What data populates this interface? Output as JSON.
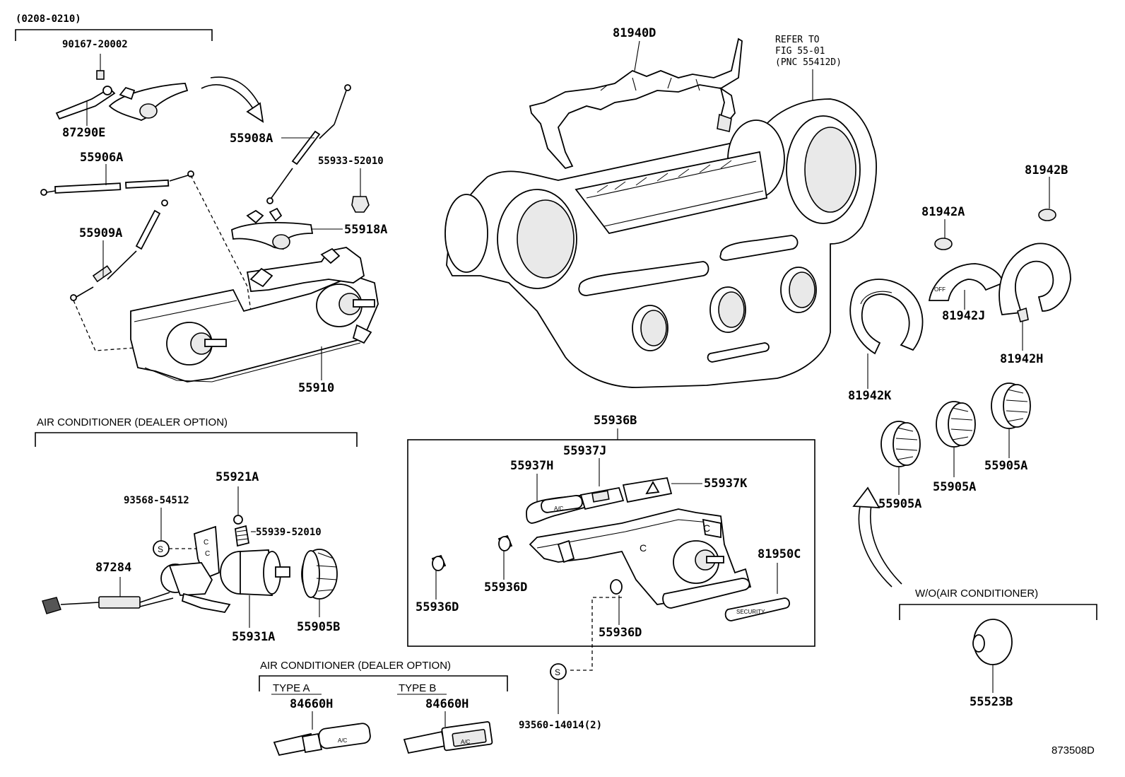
{
  "diagram": {
    "figure_code": "873508D",
    "groups": {
      "date_range": "(0208-0210)",
      "ac_dealer_option_1": "AIR CONDITIONER (DEALER OPTION)",
      "ac_dealer_option_2": "AIR CONDITIONER (DEALER OPTION)",
      "type_a": "TYPE A",
      "type_b": "TYPE B",
      "wo_ac": "W/O(AIR CONDITIONER)"
    },
    "reference_note": {
      "line1": "REFER TO",
      "line2": "FIG 55-01",
      "line3": "(PNC 55412D)"
    },
    "symbol_s": "S",
    "button_text": {
      "ac": "A/C",
      "security": "SECURITY",
      "off": "OFF"
    },
    "parts": {
      "p90167": "90167-20002",
      "p87290E": "87290E",
      "p55908A": "55908A",
      "p55906A": "55906A",
      "p55933": "55933-52010",
      "p55918A": "55918A",
      "p55909A": "55909A",
      "p55910": "55910",
      "p81940D": "81940D",
      "p81942B": "81942B",
      "p81942A": "81942A",
      "p81942J": "81942J",
      "p81942H": "81942H",
      "p81942K": "81942K",
      "p55905A_1": "55905A",
      "p55905A_2": "55905A",
      "p55905A_3": "55905A",
      "p55936B": "55936B",
      "p55937J": "55937J",
      "p55937H": "55937H",
      "p55937K": "55937K",
      "p81950C": "81950C",
      "p55936D_1": "55936D",
      "p55936D_2": "55936D",
      "p55936D_3": "55936D",
      "p55921A": "55921A",
      "p93568": "93568-54512",
      "p55939": "55939-52010",
      "p87284": "87284",
      "p55931A": "55931A",
      "p55905B": "55905B",
      "p84660H_1": "84660H",
      "p84660H_2": "84660H",
      "p93560": "93560-14014(2)",
      "p55523B": "55523B"
    }
  }
}
